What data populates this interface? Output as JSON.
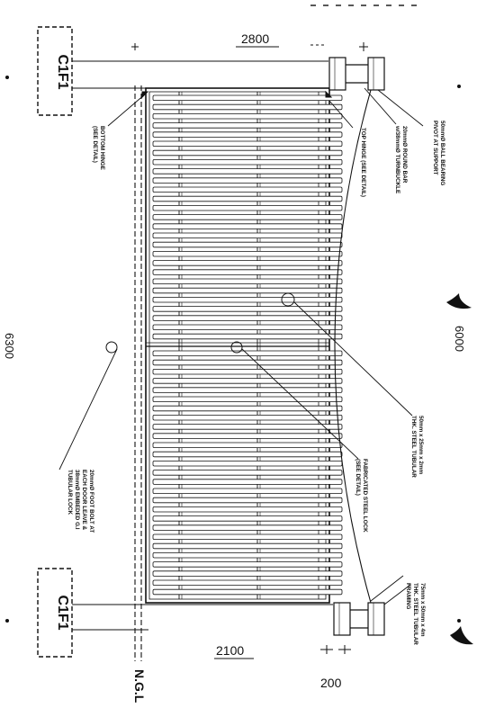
{
  "dimensions": {
    "top_width": "2800",
    "bottom_width": "2100",
    "bottom_offset": "200",
    "overall_width": "6300",
    "height": "6000"
  },
  "columns": {
    "top": "C1F1",
    "bottom": "C1F1"
  },
  "ground_level": "N.G.L",
  "notes": {
    "ball_bearing": [
      "50mmØ BALL BEARING",
      "PIVOT AT SUPPORT"
    ],
    "round_bar": [
      "20mmØ ROUND BAR",
      "w/38mmØ TURNBUCKLE"
    ],
    "top_hinge": [
      "TOP HINGE (SEE DETAIL)"
    ],
    "bottom_hinge": [
      "BOTTOM HINGE",
      "(SEE DETAIL)"
    ],
    "steel_tubular": [
      "50mm x 25mm x 2mm",
      "THK. STEEL TUBULAR"
    ],
    "steel_lock": [
      "FABRICATED STEEL LOCK",
      "(SEE DETAIL)"
    ],
    "foot_bolt": [
      "20mmØ FOOT BOLT AT",
      "EACH DOOR LEAVE &",
      "38mmØ EMBEDED G.I",
      "TUBULAR LOCK"
    ],
    "framing": [
      "75mm x 50mm x 4m",
      "THK. STEEL TUBULAR",
      "FRAMING"
    ]
  }
}
